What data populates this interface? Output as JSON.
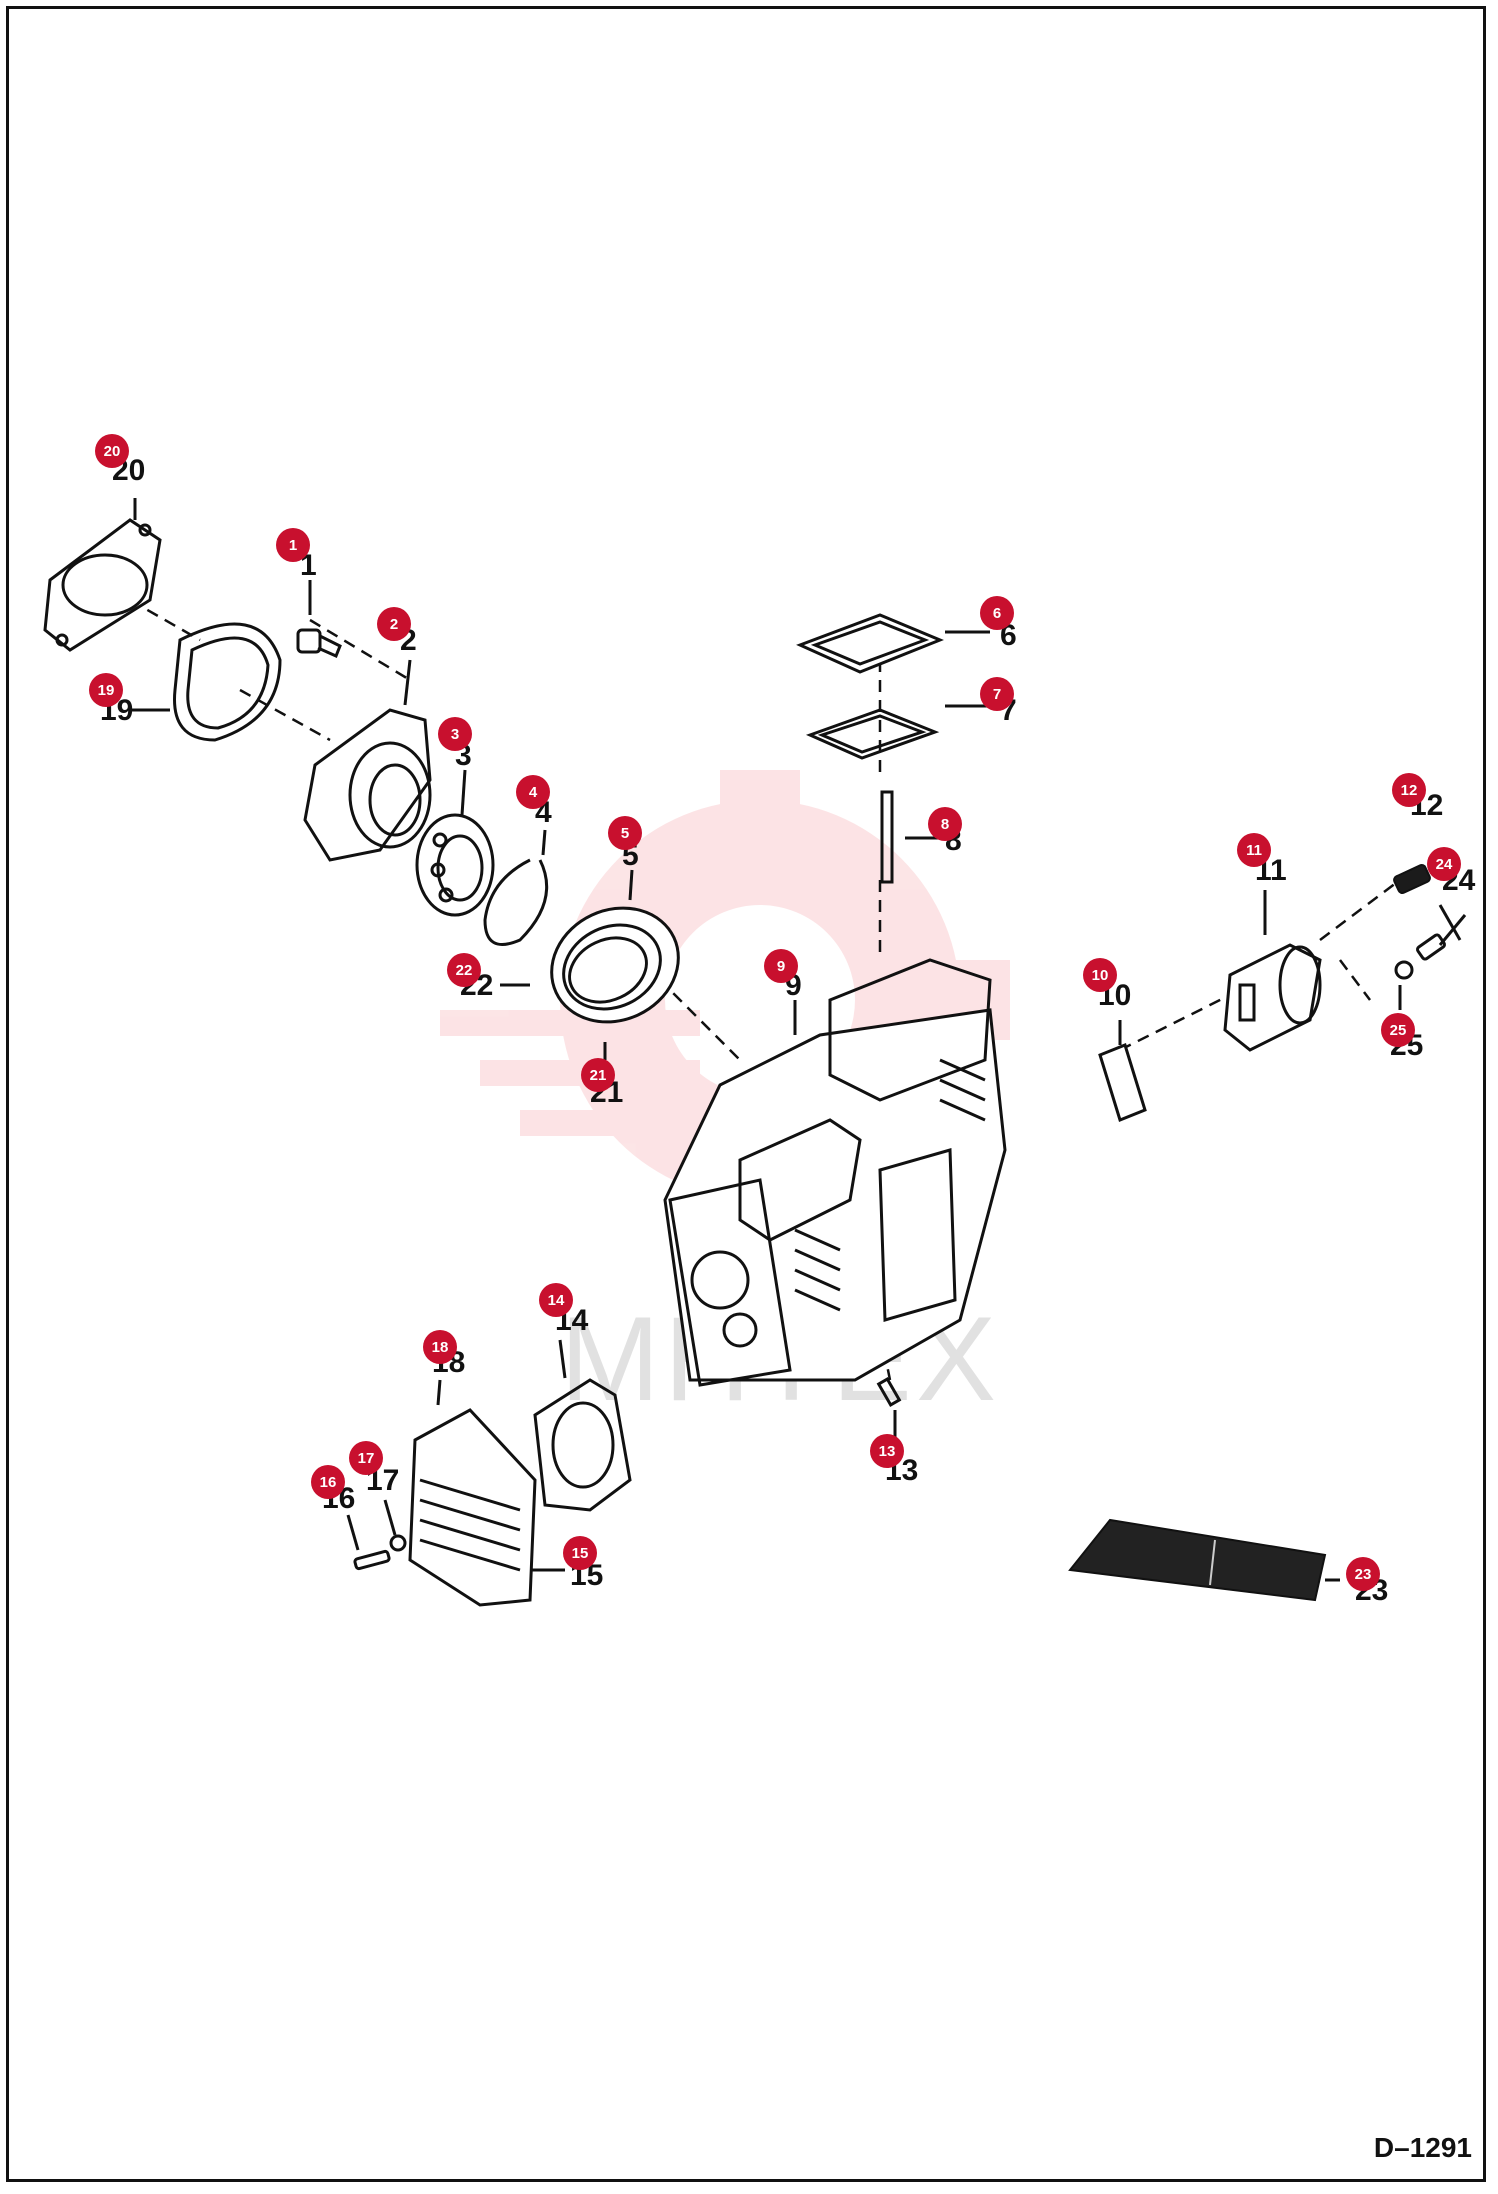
{
  "drawing_number": "D–1291",
  "watermark": {
    "text": "MHTEX",
    "color": "#e8262f"
  },
  "callout_color": "#c8102e",
  "callouts": [
    {
      "id": "1",
      "label": "1"
    },
    {
      "id": "2",
      "label": "2"
    },
    {
      "id": "3",
      "label": "3"
    },
    {
      "id": "4",
      "label": "4"
    },
    {
      "id": "5",
      "label": "5"
    },
    {
      "id": "6",
      "label": "6"
    },
    {
      "id": "7",
      "label": "7"
    },
    {
      "id": "8",
      "label": "8"
    },
    {
      "id": "9",
      "label": "9"
    },
    {
      "id": "10",
      "label": "10"
    },
    {
      "id": "11",
      "label": "11"
    },
    {
      "id": "12",
      "label": "12"
    },
    {
      "id": "13",
      "label": "13"
    },
    {
      "id": "14",
      "label": "14"
    },
    {
      "id": "15",
      "label": "15"
    },
    {
      "id": "16",
      "label": "16"
    },
    {
      "id": "17",
      "label": "17"
    },
    {
      "id": "18",
      "label": "18"
    },
    {
      "id": "19",
      "label": "19"
    },
    {
      "id": "20",
      "label": "20"
    },
    {
      "id": "21",
      "label": "21"
    },
    {
      "id": "22",
      "label": "22"
    },
    {
      "id": "23",
      "label": "23"
    },
    {
      "id": "24",
      "label": "24"
    },
    {
      "id": "25",
      "label": "25"
    }
  ]
}
